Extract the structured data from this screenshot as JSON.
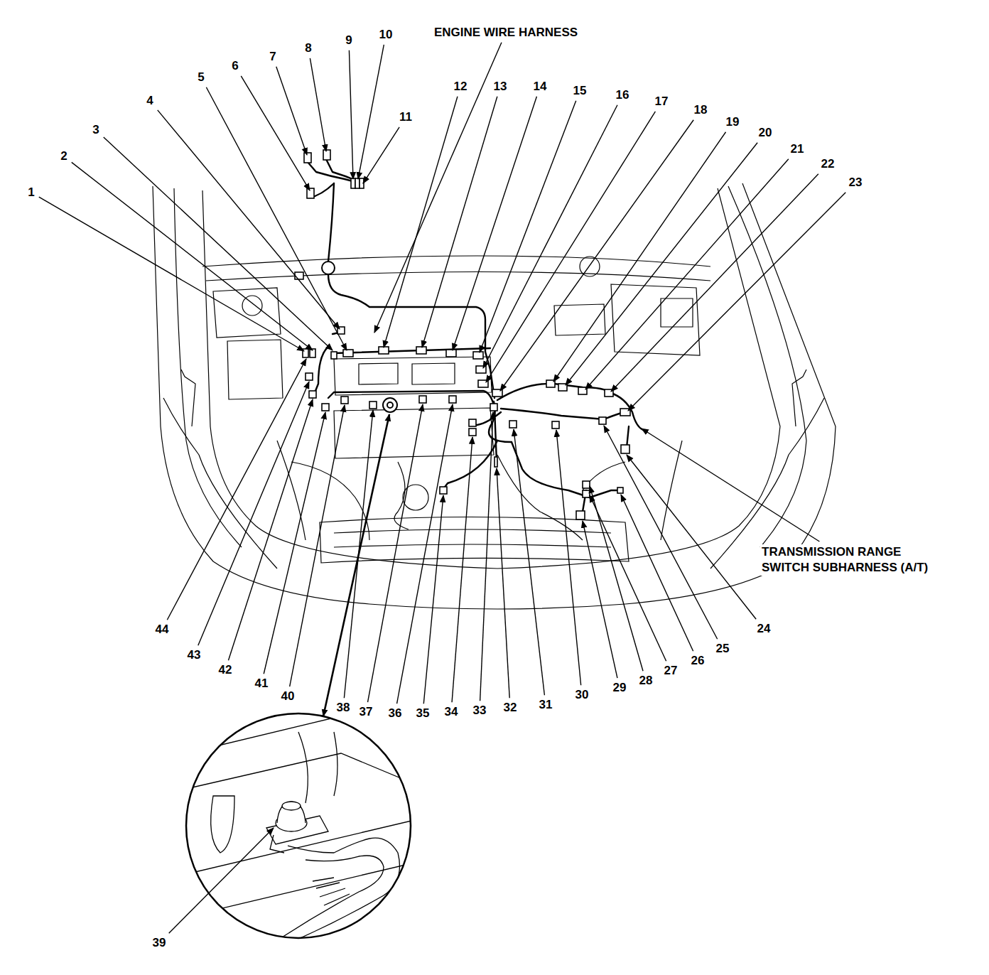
{
  "diagram": {
    "labels": [
      "ENGINE WIRE HARNESS",
      "1",
      "2",
      "3",
      "4",
      "5",
      "6",
      "7",
      "8",
      "9",
      "10",
      "11",
      "12",
      "13",
      "14",
      "15",
      "16",
      "17",
      "18",
      "19",
      "20",
      "21",
      "22",
      "23",
      "24",
      "25",
      "26",
      "27",
      "28",
      "29",
      "30",
      "31",
      "32",
      "33",
      "34",
      "35",
      "36",
      "37",
      "38",
      "39",
      "40",
      "41",
      "42",
      "43",
      "44",
      "TRANSMISSION RANGE SWITCH SUBHARNESS (A/T)"
    ]
  }
}
